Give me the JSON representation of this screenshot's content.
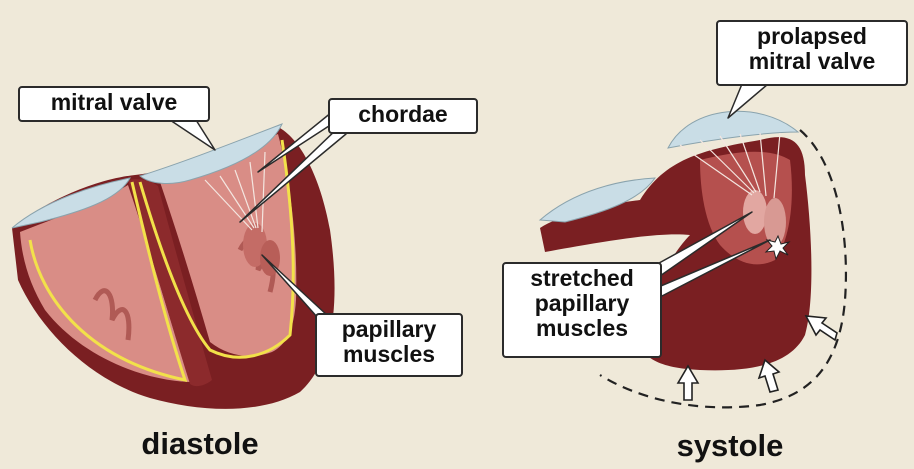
{
  "labels": {
    "mitral_valve": "mitral valve",
    "chordae": "chordae",
    "papillary_muscles": [
      "papillary",
      "muscles"
    ],
    "prolapsed_mitral_valve": [
      "prolapsed",
      "mitral valve"
    ],
    "stretched_papillary_muscles": [
      "stretched",
      "papillary",
      "muscles"
    ]
  },
  "captions": {
    "diastole": "diastole",
    "systole": "systole"
  },
  "colors": {
    "background": "#efe9d9",
    "myocardium": "#7a1f22",
    "myocardium_dark": "#5e1518",
    "chamber_interior": "#d98d86",
    "valve_leaflet": "#c9dde6",
    "yellow_line": "#f2e14a"
  }
}
